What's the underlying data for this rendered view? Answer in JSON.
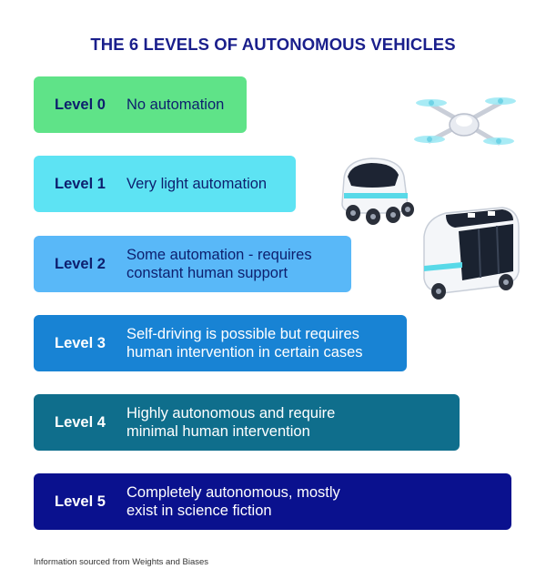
{
  "title": "THE 6 LEVELS OF AUTONOMOUS VEHICLES",
  "levels": [
    {
      "label": "Level 0",
      "desc_line1": "No automation",
      "desc_line2": ""
    },
    {
      "label": "Level 1",
      "desc_line1": "Very light automation",
      "desc_line2": ""
    },
    {
      "label": "Level 2",
      "desc_line1": "Some automation - requires",
      "desc_line2": "constant human support"
    },
    {
      "label": "Level 3",
      "desc_line1": "Self-driving is possible but requires",
      "desc_line2": "human intervention in certain cases"
    },
    {
      "label": "Level 4",
      "desc_line1": "Highly autonomous and require",
      "desc_line2": "minimal human intervention"
    },
    {
      "label": "Level 5",
      "desc_line1": "Completely autonomous, mostly",
      "desc_line2": "exist in science fiction"
    }
  ],
  "colors": {
    "title": "#1a1f8c",
    "level0": "#5fe388",
    "level1": "#5de3f3",
    "level2": "#59b8f8",
    "level3": "#1883d4",
    "level4": "#0f6e8c",
    "level5": "#0a118e"
  },
  "illustrations": [
    "drone-icon",
    "delivery-robot-icon",
    "autonomous-shuttle-icon"
  ],
  "footnote": "Information sourced from Weights and Biases"
}
